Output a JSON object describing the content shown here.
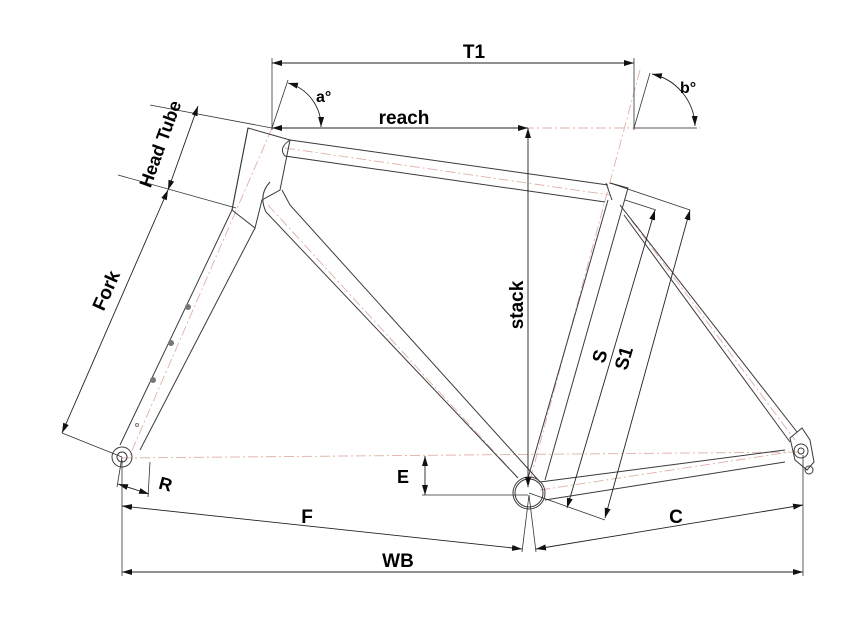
{
  "diagram": {
    "title": "Bicycle frame geometry",
    "labels": {
      "t1": "T1",
      "a_angle": "a°",
      "b_angle": "b°",
      "reach": "reach",
      "stack": "stack",
      "head_tube": "Head Tube",
      "fork": "Fork",
      "s": "S",
      "s1": "S1",
      "e": "E",
      "r": "R",
      "f": "F",
      "c": "C",
      "wb": "WB"
    },
    "colors": {
      "line": "#3a3a3a",
      "centerline": "#e0b0a8",
      "text": "#000000"
    }
  }
}
